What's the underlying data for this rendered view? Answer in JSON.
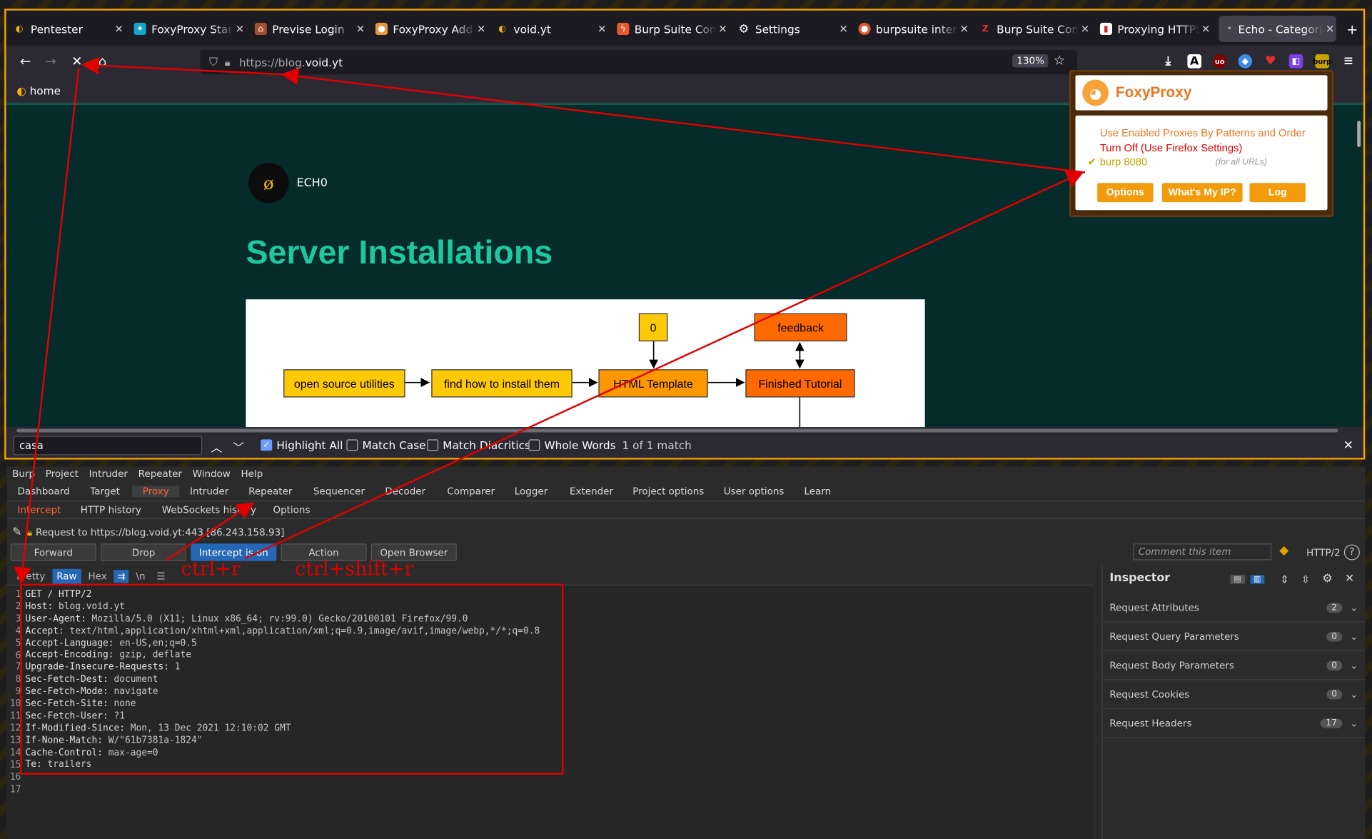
{
  "browser": {
    "tabs": [
      {
        "label": "Pentester",
        "icon": "void-icon"
      },
      {
        "label": "FoxyProxy Standard",
        "icon": "foxyproxy-icon"
      },
      {
        "label": "Previse Login",
        "icon": "house-icon"
      },
      {
        "label": "FoxyProxy Add Proxy",
        "icon": "fox-icon"
      },
      {
        "label": "void.yt",
        "icon": "void-icon"
      },
      {
        "label": "Burp Suite Community",
        "icon": "burp-icon"
      },
      {
        "label": "Settings",
        "icon": "gear-icon"
      },
      {
        "label": "burpsuite intercept",
        "icon": "duckduckgo-icon"
      },
      {
        "label": "Burp Suite Community",
        "icon": "z-icon"
      },
      {
        "label": "Proxying HTTPS Traffic",
        "icon": "portswigger-icon"
      },
      {
        "label": "Echo - Categories",
        "icon": "dot-icon"
      }
    ],
    "url_prefix": "https://blog.",
    "url_host": "void.yt",
    "zoom": "130%",
    "bookmark": "home",
    "find": {
      "query": "casa",
      "highlight_all": "Highlight All",
      "match_case": "Match Case",
      "match_diacritics": "Match Diacritics",
      "whole_words": "Whole Words",
      "result": "1 of 1 match"
    }
  },
  "page": {
    "site_name": "ECH0",
    "heading": "Server Installations",
    "diagram": {
      "nodes": [
        "open source utilities",
        "find how to install them",
        "HTML Template",
        "Finished Tutorial",
        "0",
        "feedback"
      ]
    }
  },
  "foxyproxy": {
    "title": "FoxyProxy",
    "mode1": "Use Enabled Proxies By Patterns and Order",
    "mode2": "Turn Off (Use Firefox Settings)",
    "proxy": "burp 8080",
    "proxy_note": "(for all URLs)",
    "buttons": [
      "Options",
      "What's My IP?",
      "Log"
    ]
  },
  "burp": {
    "menu": [
      "Burp",
      "Project",
      "Intruder",
      "Repeater",
      "Window",
      "Help"
    ],
    "tabs": [
      "Dashboard",
      "Target",
      "Proxy",
      "Intruder",
      "Repeater",
      "Sequencer",
      "Decoder",
      "Comparer",
      "Logger",
      "Extender",
      "Project options",
      "User options",
      "Learn"
    ],
    "subtabs": [
      "Intercept",
      "HTTP history",
      "WebSockets history",
      "Options"
    ],
    "request_to": "Request to https://blog.void.yt:443  [86.243.158.93]",
    "buttons": [
      "Forward",
      "Drop",
      "Intercept is on",
      "Action",
      "Open Browser"
    ],
    "comment_placeholder": "Comment this item",
    "protocol": "HTTP/2",
    "view_tabs": [
      "Pretty",
      "Raw",
      "Hex"
    ],
    "request_lines": [
      [
        "GET / HTTP/2",
        ""
      ],
      [
        "Host:",
        " blog.void.yt"
      ],
      [
        "User-Agent:",
        " Mozilla/5.0 (X11; Linux x86_64; rv:99.0) Gecko/20100101 Firefox/99.0"
      ],
      [
        "Accept:",
        " text/html,application/xhtml+xml,application/xml;q=0.9,image/avif,image/webp,*/*;q=0.8"
      ],
      [
        "Accept-Language:",
        " en-US,en;q=0.5"
      ],
      [
        "Accept-Encoding:",
        " gzip, deflate"
      ],
      [
        "Upgrade-Insecure-Requests:",
        " 1"
      ],
      [
        "Sec-Fetch-Dest:",
        " document"
      ],
      [
        "Sec-Fetch-Mode:",
        " navigate"
      ],
      [
        "Sec-Fetch-Site:",
        " none"
      ],
      [
        "Sec-Fetch-User:",
        " ?1"
      ],
      [
        "If-Modified-Since:",
        " Mon, 13 Dec 2021 12:10:02 GMT"
      ],
      [
        "If-None-Match:",
        " W/\"61b7381a-1824\""
      ],
      [
        "Cache-Control:",
        " max-age=0"
      ],
      [
        "Te:",
        " trailers"
      ],
      [
        "",
        ""
      ],
      [
        "",
        ""
      ]
    ],
    "inspector": {
      "title": "Inspector",
      "rows": [
        {
          "label": "Request Attributes",
          "count": "2"
        },
        {
          "label": "Request Query Parameters",
          "count": "0"
        },
        {
          "label": "Request Body Parameters",
          "count": "0"
        },
        {
          "label": "Request Cookies",
          "count": "0"
        },
        {
          "label": "Request Headers",
          "count": "17"
        }
      ]
    }
  },
  "annotations": {
    "shortcut1": "ctrl+r",
    "shortcut2": "ctrl+shift+r",
    "color": "#e00000"
  }
}
